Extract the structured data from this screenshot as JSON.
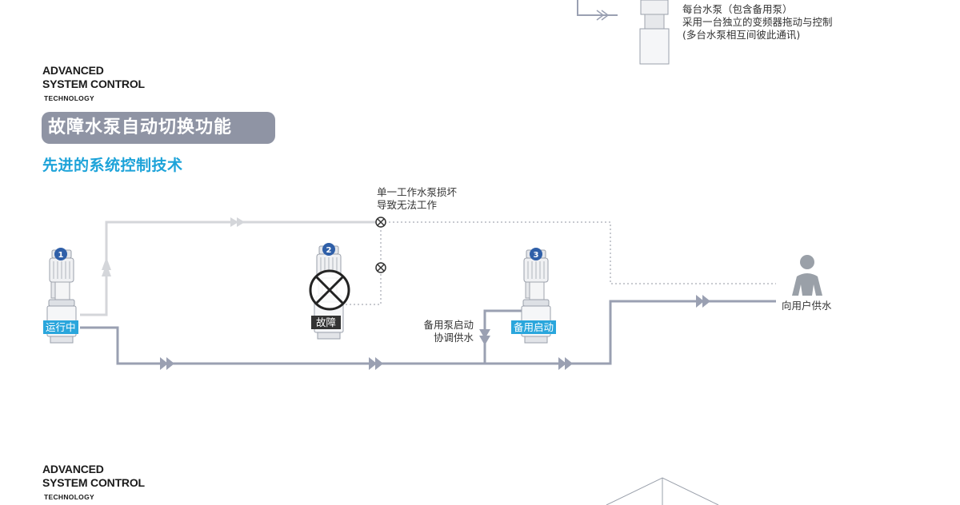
{
  "top_note": {
    "line1": "每台水泵（包含备用泵）",
    "line2": "采用一台独立的变频器拖动与控制",
    "line3": "(多台水泵相互间彼此通讯)"
  },
  "section1": {
    "brand_line1": "ADVANCED",
    "brand_line2": "SYSTEM CONTROL",
    "brand_line3": "TECHNOLOGY",
    "title": "故障水泵自动切换功能",
    "subtitle": "先进的系统控制技术"
  },
  "diagram": {
    "fault_note_line1": "单一工作水泵损坏",
    "fault_note_line2": "导致无法工作",
    "pump1_number": "1",
    "pump1_status": "运行中",
    "pump2_number": "2",
    "pump2_status": "故障",
    "pump3_number": "3",
    "pump3_status": "备用启动",
    "backup_note_line1": "备用泵启动",
    "backup_note_line2": "协调供水",
    "user_label": "向用户供水"
  },
  "section2": {
    "brand_line1": "ADVANCED",
    "brand_line2": "SYSTEM CONTROL",
    "brand_line3": "TECHNOLOGY"
  },
  "colors": {
    "accent_blue": "#2aa6dc",
    "pill_gray": "#8f94a4",
    "pipe_active": "#9aa0b2",
    "pipe_inactive": "#d4d6da",
    "fault_dark": "#333333"
  }
}
